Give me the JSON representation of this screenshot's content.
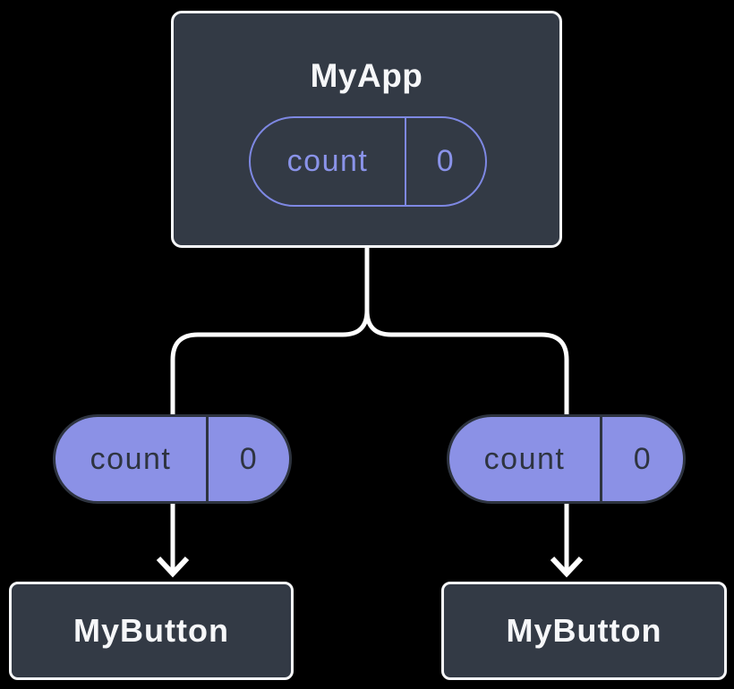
{
  "diagram": {
    "description": "Component tree: parent app holding state, passed down as props to two buttons",
    "root": {
      "title": "MyApp",
      "state": {
        "name": "count",
        "value": "0"
      }
    },
    "children": [
      {
        "title": "MyButton",
        "prop": {
          "name": "count",
          "value": "0"
        }
      },
      {
        "title": "MyButton",
        "prop": {
          "name": "count",
          "value": "0"
        }
      }
    ],
    "colors": {
      "background": "#000000",
      "node_fill": "#333A45",
      "node_border": "#F7F8FA",
      "state_pill_outline": "#7E88E3",
      "state_pill_text": "#8A93E9",
      "prop_pill_fill": "#8B91E6",
      "prop_pill_text": "#2E3440",
      "connector": "#FFFFFF",
      "title_text": "#F6F7F9"
    }
  }
}
